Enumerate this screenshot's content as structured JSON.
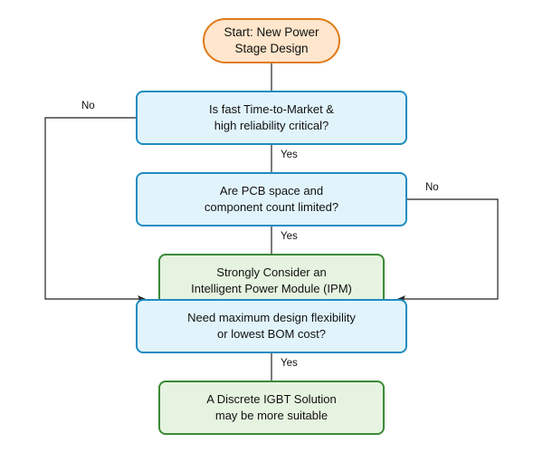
{
  "nodes": {
    "start": {
      "line1": "Start: New Power",
      "line2": "Stage Design"
    },
    "q1": {
      "line1": "Is fast Time-to-Market &",
      "line2": "high reliability critical?"
    },
    "q2": {
      "line1": "Are PCB space and",
      "line2": "component count limited?"
    },
    "ipm": {
      "line1": "Strongly Consider an",
      "line2": "Intelligent Power Module (IPM)"
    },
    "q3": {
      "line1": "Need maximum design flexibility",
      "line2": "or lowest BOM cost?"
    },
    "igbt": {
      "line1": "A Discrete IGBT Solution",
      "line2": "may be more suitable"
    }
  },
  "edge_labels": {
    "q1_yes": "Yes",
    "q2_yes": "Yes",
    "q3_yes": "Yes",
    "q1_no": "No",
    "q2_no": "No"
  },
  "colors": {
    "start_fill": "#ffe6cc",
    "start_stroke": "#e07a18",
    "decision_fill": "#e1f4fc",
    "decision_stroke": "#1f8cc1",
    "result_fill": "#e6f3e0",
    "result_stroke": "#3a8a36",
    "edge": "#222222"
  }
}
